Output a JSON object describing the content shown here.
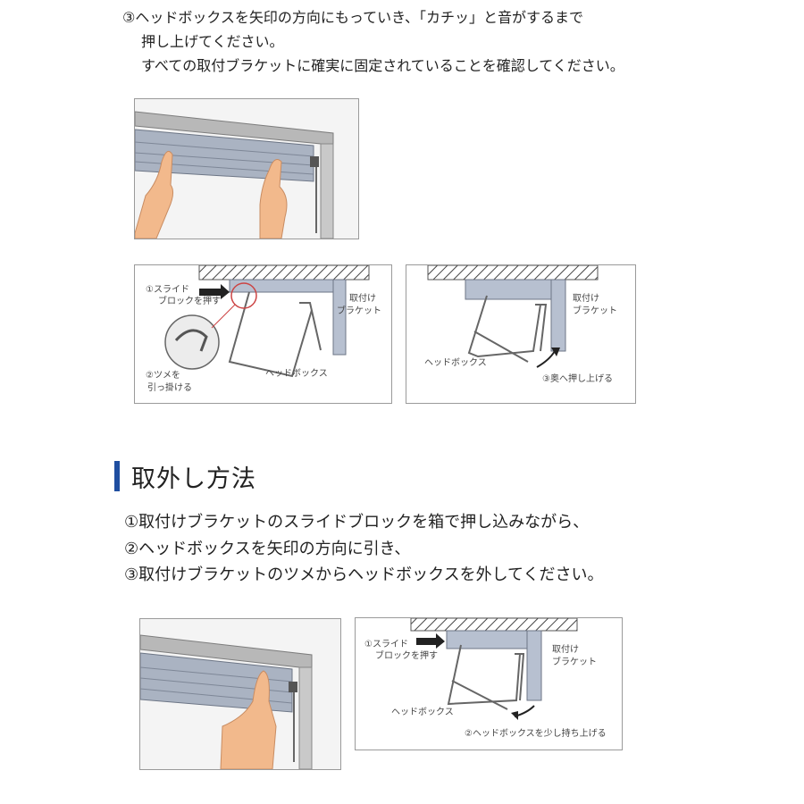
{
  "intro": {
    "line1": "③ヘッドボックスを矢印の方向にもっていき、「カチッ」と音がするまで",
    "line2": "押し上げてください。",
    "line3": "すべての取付ブラケットに確実に固定されていることを確認してください。"
  },
  "fig_install_left": {
    "slide_label_1": "①スライド",
    "slide_label_2": "ブロックを押す",
    "hook_label_1": "②ツメを",
    "hook_label_2": "引っ掛ける",
    "headbox_label": "ヘッドボックス",
    "bracket_label_1": "取付け",
    "bracket_label_2": "ブラケット"
  },
  "fig_install_right": {
    "bracket_label_1": "取付け",
    "bracket_label_2": "ブラケット",
    "headbox_label": "ヘッドボックス",
    "push_label": "③奥へ押し上げる"
  },
  "removal": {
    "heading": "取外し方法",
    "step1": "①取付けブラケットのスライドブロックを箱で押し込みながら、",
    "step2": "②ヘッドボックスを矢印の方向に引き、",
    "step3": "③取付けブラケットのツメからヘッドボックスを外してください。"
  },
  "fig_remove_right": {
    "slide_label_1": "①スライド",
    "slide_label_2": "ブロックを押す",
    "bracket_label_1": "取付け",
    "bracket_label_2": "ブラケット",
    "headbox_label": "ヘッドボックス",
    "lift_label": "②ヘッドボックスを少し持ち上げる"
  },
  "colors": {
    "accent_bar": "#1f4ea0",
    "skin": "#f2b98c",
    "rail": "#9aa5b8",
    "frame": "#8c8c8c"
  }
}
